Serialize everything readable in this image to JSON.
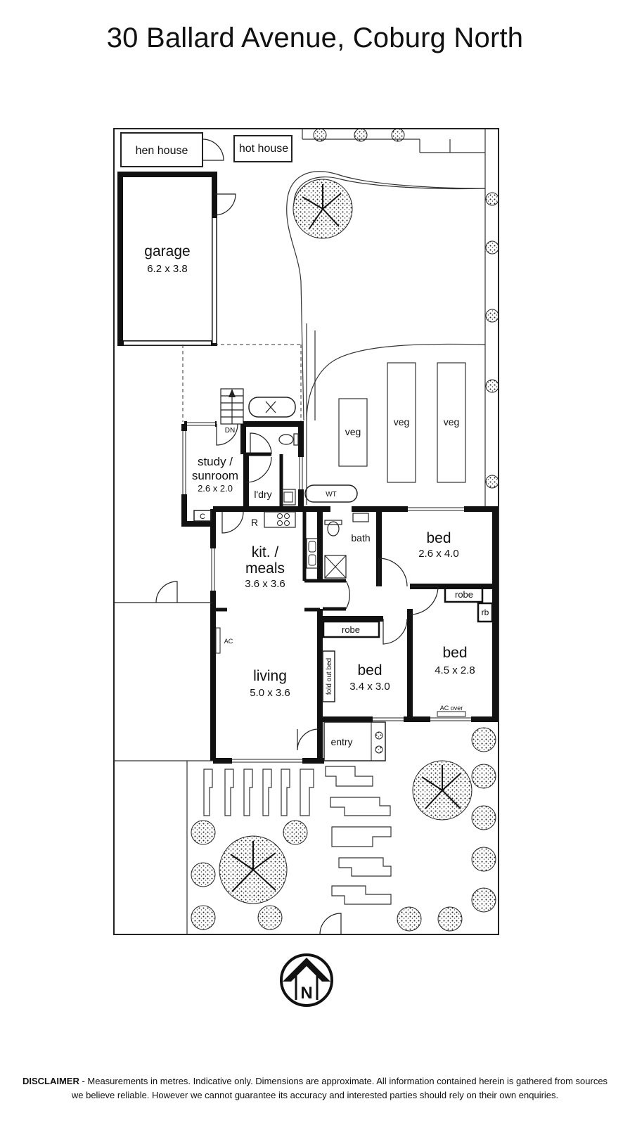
{
  "title": "30 Ballard Avenue, Coburg North",
  "rooms": {
    "hen_house": "hen house",
    "hot_house": "hot house",
    "garage": {
      "name": "garage",
      "size": "6.2 x 3.8"
    },
    "study_line1": "study /",
    "study_line2": "sunroom",
    "study_size": "2.6 x 2.0",
    "laundry": "l'dry",
    "cupboard": "C",
    "fridge": "R",
    "kitchen_line1": "kit. /",
    "kitchen_line2": "meals",
    "kitchen_size": "3.6 x 3.6",
    "bath": "bath",
    "bed1": {
      "name": "bed",
      "size": "2.6 x 4.0"
    },
    "robe_a": "robe",
    "rb": "rb",
    "bed2": {
      "name": "bed",
      "size": "4.5 x 2.8"
    },
    "ac_over": "AC over",
    "robe_b": "robe",
    "fold_out_bed": "fold out bed",
    "bed3": {
      "name": "bed",
      "size": "3.4 x 3.0"
    },
    "ac": "AC",
    "living": {
      "name": "living",
      "size": "5.0 x 3.6"
    },
    "entry": "entry",
    "water_tank": "WT",
    "stairs_down": "DN",
    "veg": [
      "veg",
      "veg",
      "veg"
    ]
  },
  "compass": {
    "letter": "N"
  },
  "disclaimer": {
    "label": "DISCLAIMER",
    "text": " - Measurements in metres. Indicative only. Dimensions are approximate. All information contained herein is gathered from sources we believe reliable. However we cannot guarantee its accuracy and interested parties should rely on their own enquiries."
  }
}
